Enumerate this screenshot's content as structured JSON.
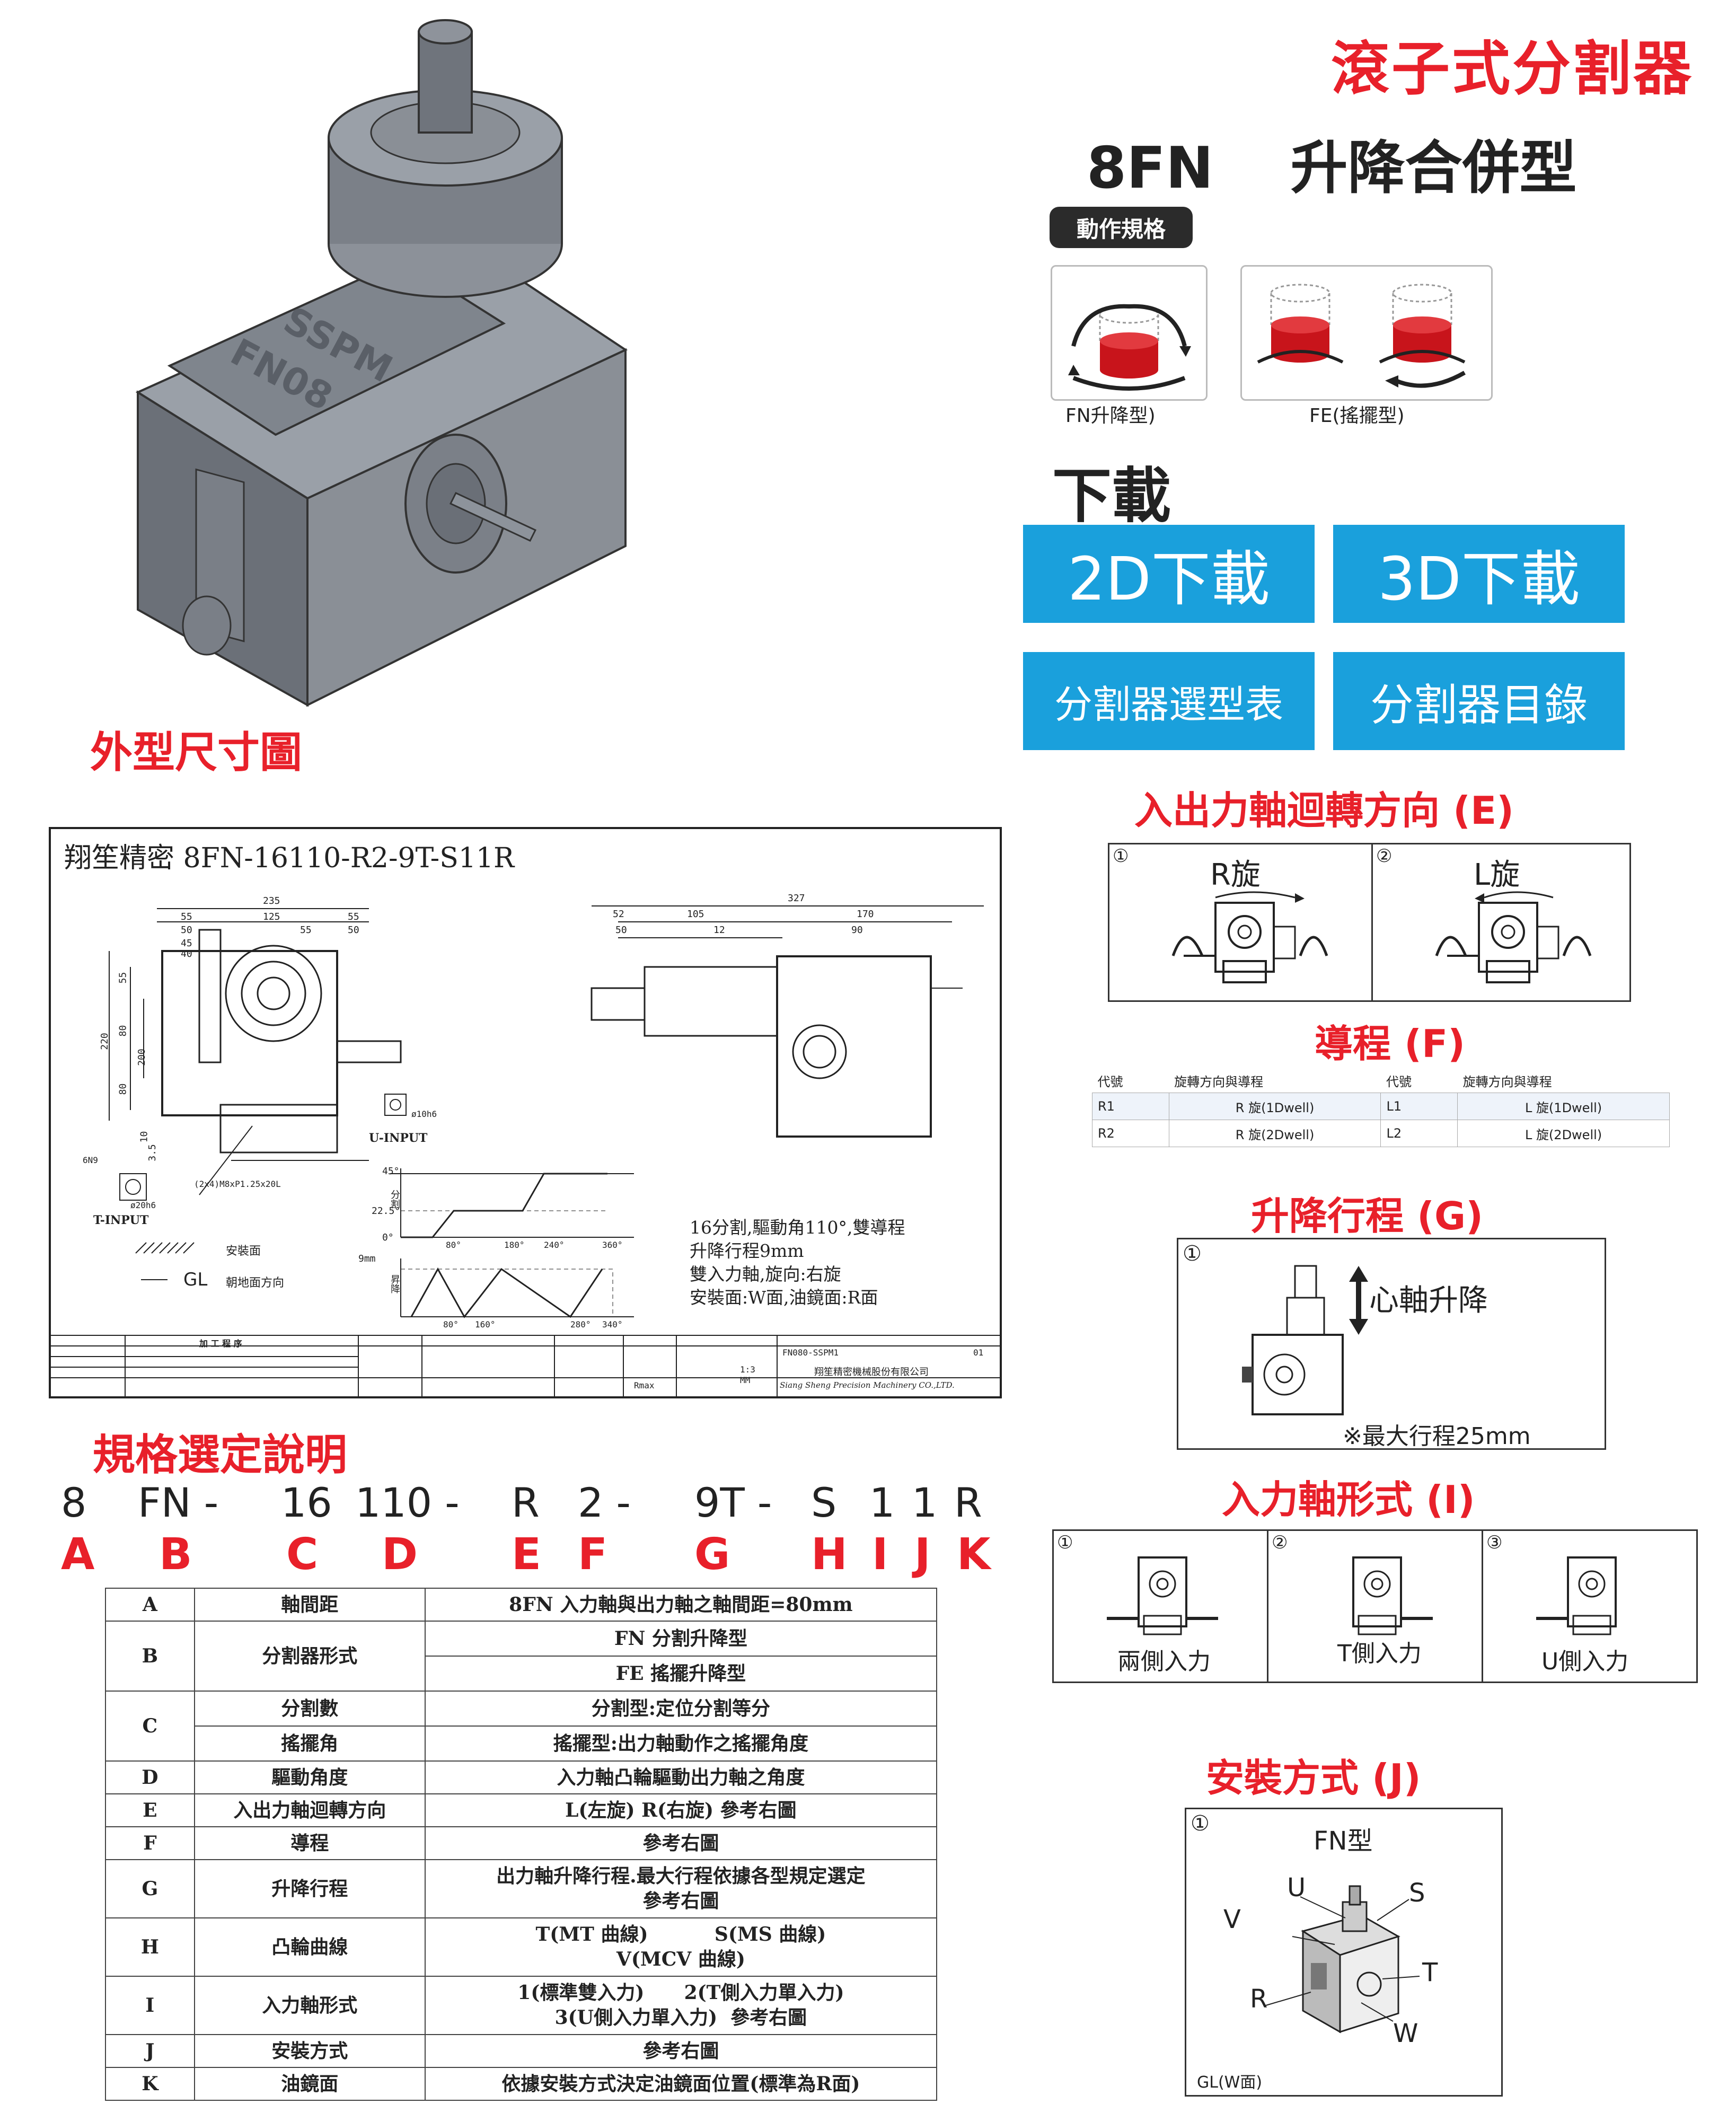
{
  "title": "滾子式分割器",
  "model": "8FN",
  "subtitle": "升降合併型",
  "action_spec": {
    "badge": "動作規格",
    "types": [
      {
        "label": "FN升降型)"
      },
      {
        "label": "FE(搖擺型)"
      }
    ]
  },
  "download": {
    "heading": "下載",
    "buttons": [
      "2D下載",
      "3D下載",
      "分割器選型表",
      "分割器目錄"
    ]
  },
  "outline_heading": "外型尺寸圖",
  "drawing": {
    "title": "翔笙精密  8FN-16110-R2-9T-S11R",
    "top_dims": [
      "235",
      "55",
      "125",
      "55",
      "50",
      "55",
      "50",
      "45",
      "40"
    ],
    "left_dims": [
      "220",
      "80",
      "200",
      "55",
      "80",
      "10",
      "3.5"
    ],
    "right_top_dims": [
      "327",
      "52",
      "105",
      "170",
      "50",
      "12",
      "90"
    ],
    "labels": {
      "u_input": "U-INPUT",
      "t_input": "T-INPUT",
      "shaft1": "ø10h6",
      "shaft2": "ø20h6",
      "key1": "6N9",
      "screw": "(2x4)M8xP1.25x20L",
      "install_face": "安裝面",
      "gl_dir": "朝地面方向",
      "gl": "GL",
      "gl_arrow": "→ GL"
    },
    "notes": [
      "16分割,驅動角110°,雙導程",
      "升降行程9mm",
      "雙入力軸,旋向:右旋",
      "安裝面:W面,油鏡面:R面"
    ],
    "motion_chart": {
      "top_label": "45°",
      "mid_label": "22.5°",
      "zero": "0°",
      "x_ticks": [
        "80°",
        "180°",
        "240°",
        "360°"
      ],
      "bottom_label": "9mm",
      "bottom_ticks": [
        "80°",
        "160°",
        "280°",
        "340°"
      ],
      "axis_top": "分割",
      "axis_bottom": "昇降"
    },
    "titleblock": {
      "part_no": "FN080-SSPM1",
      "scale": "1:3",
      "unit": "MM",
      "sheet": "01",
      "company_cn": "翔笙精密機械股份有限公司",
      "company_en": "Siang Sheng Precision Machinery CO.,LTD.",
      "process": "加 工 程 序",
      "rmax": "Rmax"
    }
  },
  "rotation": {
    "heading": "入出力軸迴轉方向 (E)",
    "options": [
      {
        "num": "①",
        "label": "R旋"
      },
      {
        "num": "②",
        "label": "L旋"
      }
    ]
  },
  "lead": {
    "heading": "導程 (F)",
    "headers": [
      "代號",
      "旋轉方向與導程",
      "代號",
      "旋轉方向與導程"
    ],
    "rows": [
      [
        "R1",
        "R 旋(1Dwell)",
        "L1",
        "L 旋(1Dwell)"
      ],
      [
        "R2",
        "R 旋(2Dwell)",
        "L2",
        "L 旋(2Dwell)"
      ]
    ]
  },
  "stroke": {
    "heading": "升降行程 (G)",
    "num": "①",
    "label": "心軸升降",
    "note": "※最大行程25mm"
  },
  "input_shaft": {
    "heading": "入力軸形式 (I)",
    "options": [
      {
        "num": "①",
        "label": "兩側入力"
      },
      {
        "num": "②",
        "label": "T側入力"
      },
      {
        "num": "③",
        "label": "U側入力"
      }
    ]
  },
  "mounting": {
    "heading": "安裝方式 (J)",
    "num": "①",
    "type": "FN型",
    "faces": [
      "U",
      "S",
      "V",
      "T",
      "R",
      "W"
    ],
    "gl": "GL(W面)"
  },
  "spec_heading": "規格選定說明",
  "code_parts": [
    "8",
    "FN -",
    "16",
    "110 -",
    "R",
    "2 -",
    "9T -",
    "S",
    "1",
    "1",
    "R"
  ],
  "code_letters": [
    "A",
    "B",
    "C",
    "D",
    "E",
    "F",
    "G",
    "H",
    "I",
    "J",
    "K"
  ],
  "spec_table": [
    {
      "code": "A",
      "name": "軸間距",
      "desc": [
        "8FN 入力軸與出力軸之軸間距=80mm"
      ]
    },
    {
      "code": "B",
      "name": "分割器形式",
      "desc": [
        "FN 分割升降型",
        "FE 搖擺升降型"
      ]
    },
    {
      "code": "C",
      "name": "分割數",
      "desc": [
        "分割型:定位分割等分"
      ],
      "name2": "搖擺角",
      "desc2": "搖擺型:出力軸動作之搖擺角度"
    },
    {
      "code": "D",
      "name": "驅動角度",
      "desc": [
        "入力軸凸輪驅動出力軸之角度"
      ]
    },
    {
      "code": "E",
      "name": "入出力軸迴轉方向",
      "desc": [
        "L(左旋) R(右旋)  參考右圖"
      ]
    },
    {
      "code": "F",
      "name": "導程",
      "desc": [
        "參考右圖"
      ]
    },
    {
      "code": "G",
      "name": "升降行程",
      "desc": [
        "出力軸升降行程.最大行程依據各型規定選定",
        "參考右圖"
      ]
    },
    {
      "code": "H",
      "name": "凸輪曲線",
      "desc": [
        "T(MT 曲線)          S(MS 曲線)",
        "V(MCV 曲線)"
      ]
    },
    {
      "code": "I",
      "name": "入力軸形式",
      "desc": [
        "1(標準雙入力)      2(T側入力單入力)",
        "3(U側入力單入力)  參考右圖"
      ]
    },
    {
      "code": "J",
      "name": "安裝方式",
      "desc": [
        "參考右圖"
      ]
    },
    {
      "code": "K",
      "name": "油鏡面",
      "desc": [
        "依據安裝方式決定油鏡面位置(標準為R面)"
      ]
    }
  ],
  "product_render": {
    "brand": "SSPM",
    "model_mark": "FN08"
  }
}
